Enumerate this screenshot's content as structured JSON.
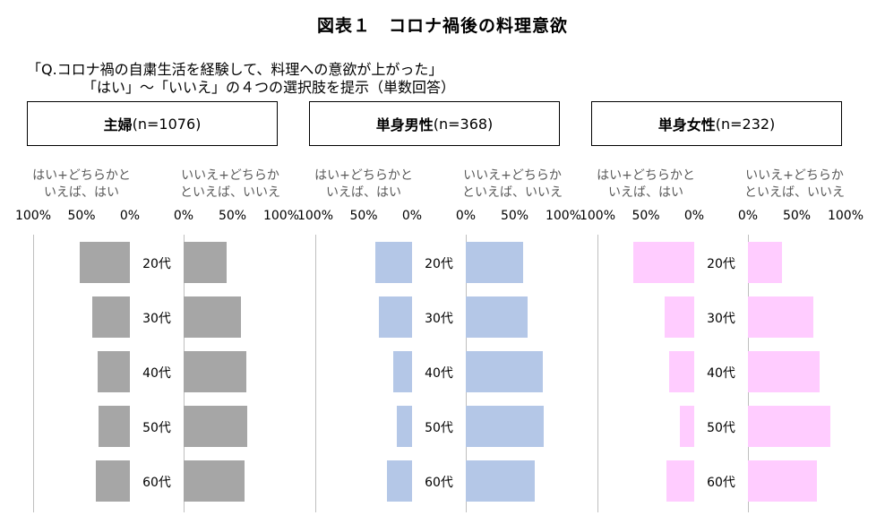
{
  "title": "図表１　コロナ禍後の料理意欲",
  "question": {
    "line1": "「Q.コロナ禍の自粛生活を経験して、料理への意欲が上がった」",
    "line2": "「はい」～「いいえ」の４つの選択肢を提示（単数回答）"
  },
  "colors": {
    "group1": "#a6a6a6",
    "group2": "#b4c7e7",
    "group3": "#ffccff"
  },
  "chart_data": {
    "type": "bar",
    "orientation": "horizontal",
    "categories": [
      "20代",
      "30代",
      "40代",
      "50代",
      "60代"
    ],
    "column_titles": {
      "yes": "はい+どちらかと\nいえば、はい",
      "no": "いいえ+どちらか\nといえば、いいえ"
    },
    "ticks": {
      "yes": [
        "100%",
        "50%",
        "0%"
      ],
      "no": [
        "0%",
        "50%",
        "100%"
      ]
    },
    "xlim": [
      0,
      100
    ],
    "groups": [
      {
        "name_bold": "主婦",
        "name_n": "(n=1076)",
        "series": [
          {
            "name": "はい+どちらかといえば、はい",
            "values": [
              52,
              39,
              33,
              32,
              35
            ]
          },
          {
            "name": "いいえ+どちらかといえば、いいえ",
            "values": [
              44,
              59,
              64,
              65,
              62
            ]
          }
        ]
      },
      {
        "name_bold": "単身男性",
        "name_n": "(n=368)",
        "series": [
          {
            "name": "はい+どちらかといえば、はい",
            "values": [
              38,
              34,
              19,
              16,
              26
            ]
          },
          {
            "name": "いいえ+どちらかといえば、いいえ",
            "values": [
              59,
              63,
              79,
              80,
              71
            ]
          }
        ]
      },
      {
        "name_bold": "単身女性",
        "name_n": "(n=232)",
        "series": [
          {
            "name": "はい+どちらかといえば、はい",
            "values": [
              63,
              31,
              26,
              15,
              29
            ]
          },
          {
            "name": "いいえ+どちらかといえば、いいえ",
            "values": [
              35,
              67,
              73,
              84,
              71
            ]
          }
        ]
      }
    ]
  }
}
